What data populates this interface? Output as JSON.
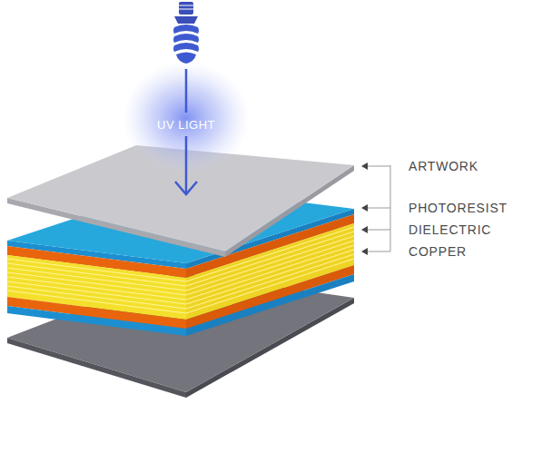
{
  "diagram": {
    "labels": [
      "UV LIGHT",
      "ARTWORK",
      "PHOTORESIST",
      "DIELECTRIC",
      "COPPER"
    ]
  }
}
